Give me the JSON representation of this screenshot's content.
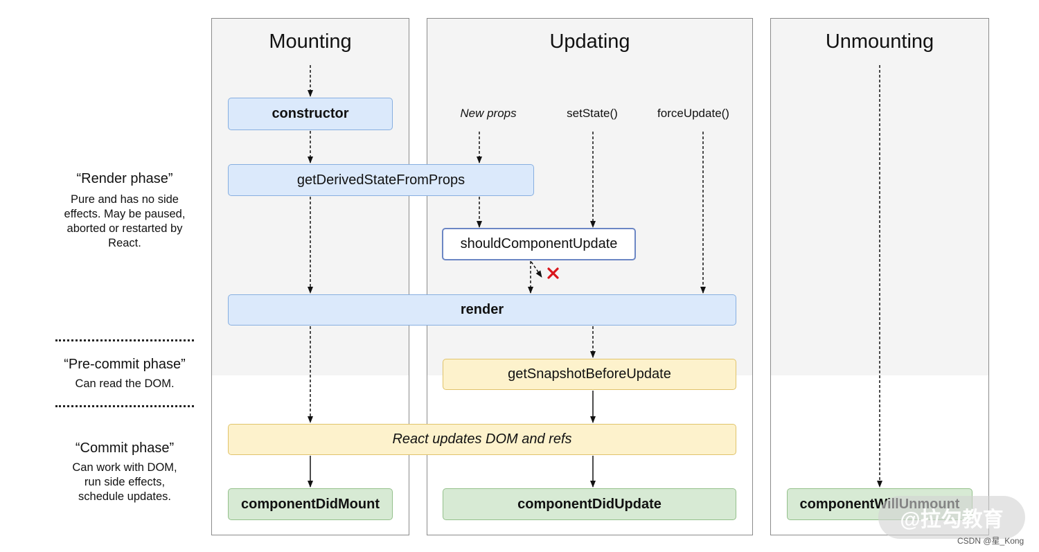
{
  "columns": {
    "mounting": "Mounting",
    "updating": "Updating",
    "unmounting": "Unmounting"
  },
  "triggers": {
    "new_props": "New props",
    "set_state": "setState()",
    "force_update": "forceUpdate()"
  },
  "methods": {
    "constructor": "constructor",
    "get_derived_state": "getDerivedStateFromProps",
    "should_component_update": "shouldComponentUpdate",
    "render": "render",
    "get_snapshot": "getSnapshotBeforeUpdate",
    "react_updates": "React updates DOM and refs",
    "did_mount": "componentDidMount",
    "did_update": "componentDidUpdate",
    "will_unmount": "componentWillUnmount"
  },
  "phases": {
    "render": {
      "title": "“Render phase”",
      "description": "Pure and has no side effects. May be paused, aborted or restarted by React."
    },
    "precommit": {
      "title": "“Pre-commit phase”",
      "description": "Can read the DOM."
    },
    "commit": {
      "title": "“Commit phase”",
      "description": "Can work with DOM, run side effects, schedule updates."
    }
  },
  "colors": {
    "render_box": "#dbe9fb",
    "precommit_box": "#fdf2cc",
    "commit_box": "#d7ead4",
    "cancel_mark": "#d9161c"
  },
  "watermark": "@拉勾教育",
  "credit": "CSDN @星_Kong"
}
